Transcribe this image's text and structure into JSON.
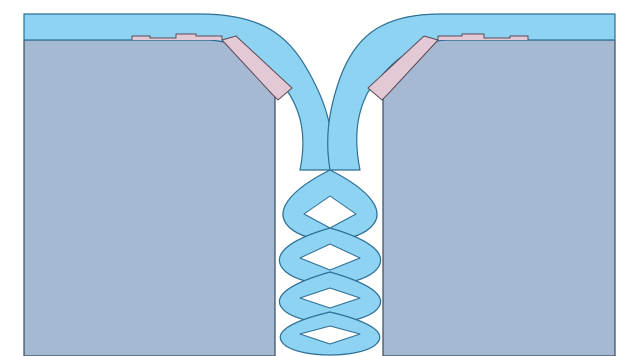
{
  "diagram": {
    "colors": {
      "background": "#ffffff",
      "block_fill": "#a6b9d2",
      "block_stroke": "#3a4a5c",
      "strand_fill": "#8fd3f2",
      "strand_stroke": "#2d6f96",
      "pad_fill": "#e3c9d6",
      "pad_stroke": "#5a4a55"
    },
    "components": [
      "left-block",
      "right-block",
      "top-left-cover-strip",
      "top-right-cover-strip",
      "left-bevel-pad",
      "right-bevel-pad",
      "twisted-strand-pair"
    ],
    "twist_crossings_visible": 5
  }
}
